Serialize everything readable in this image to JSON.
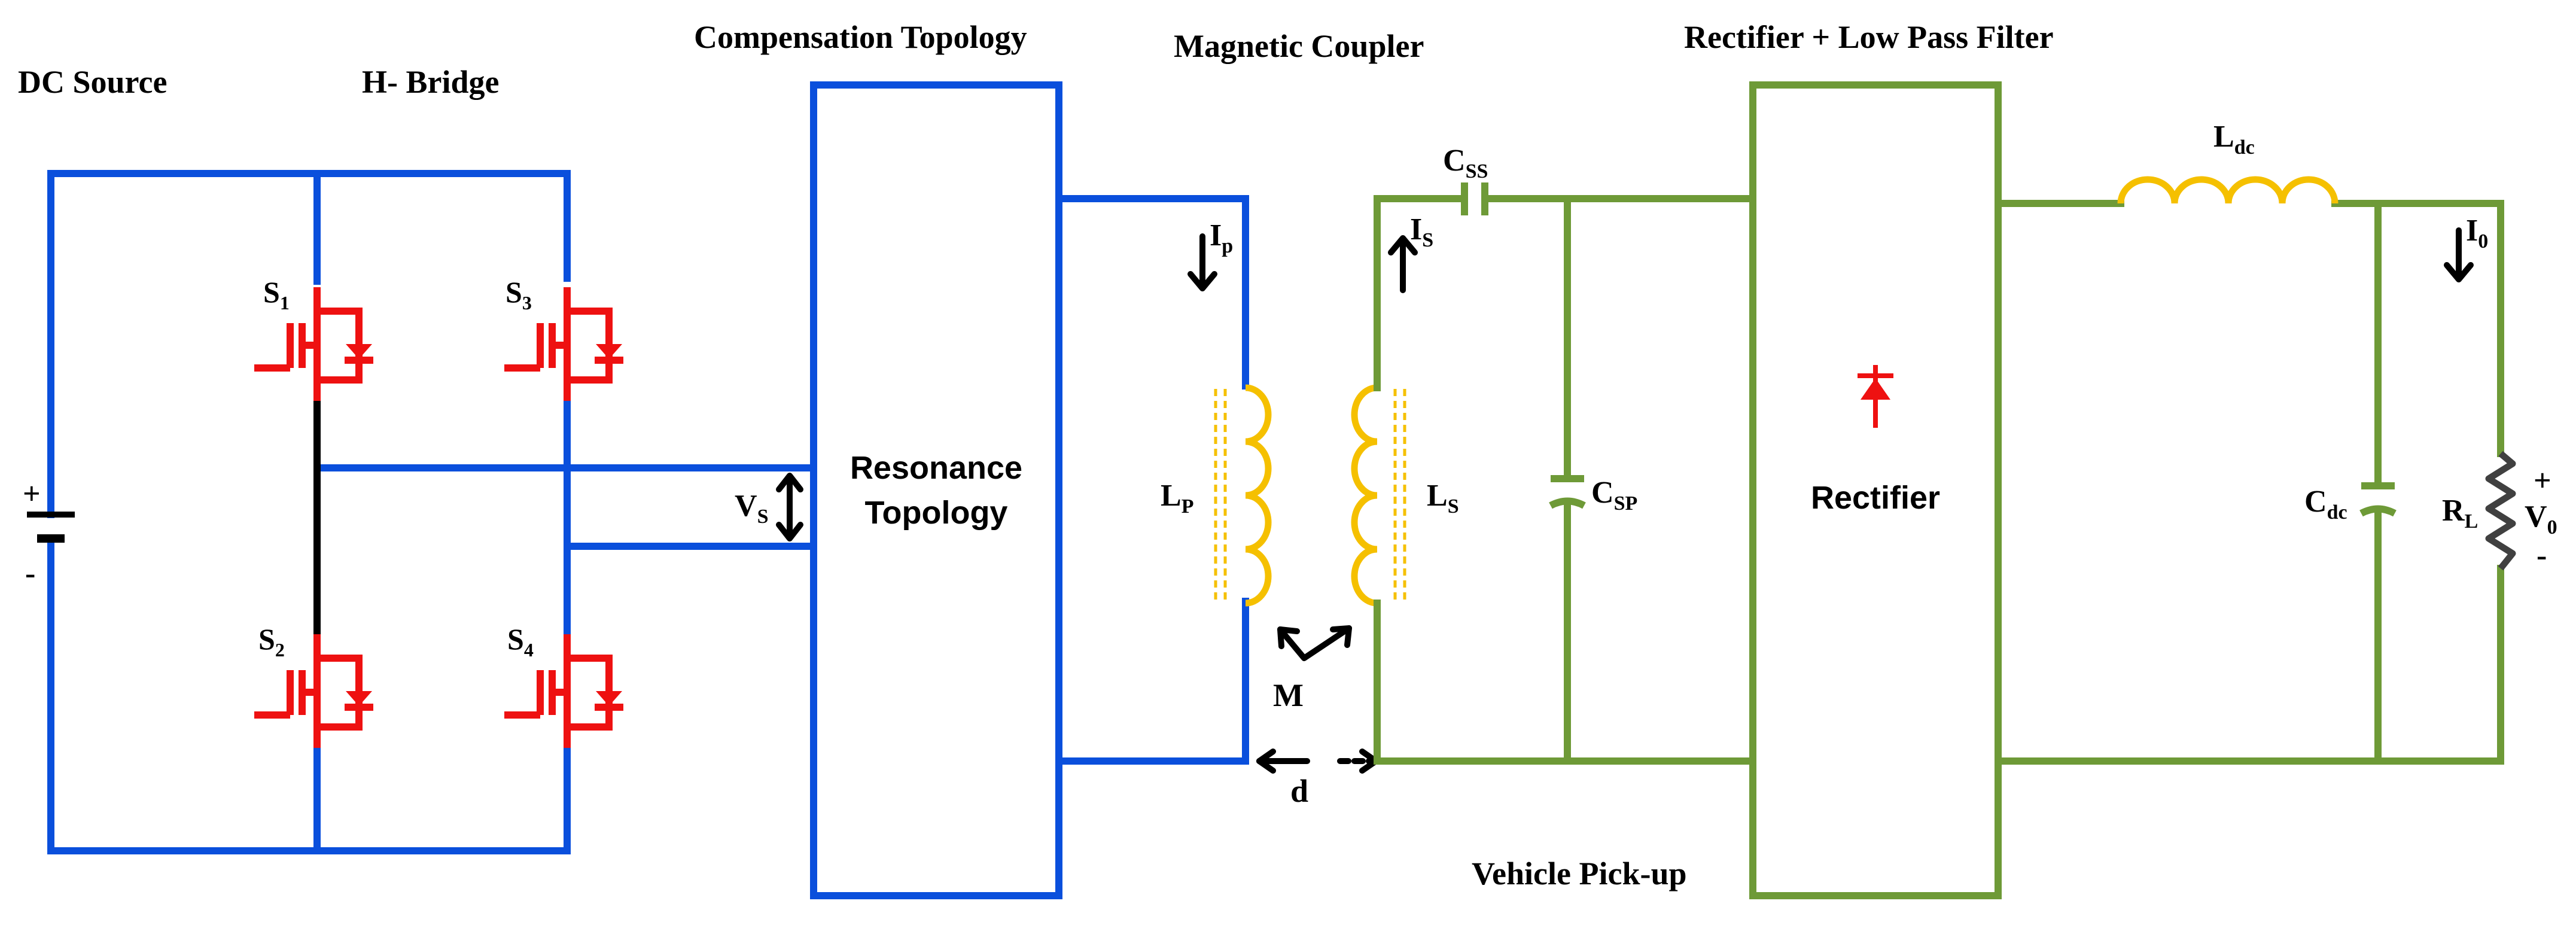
{
  "sections": {
    "dc_source": "DC Source",
    "h_bridge": "H- Bridge",
    "compensation": "Compensation Topology",
    "magnetic_coupler": "Magnetic Coupler",
    "rectifier_filter": "Rectifier + Low Pass Filter",
    "vehicle_pickup": "Vehicle Pick-up"
  },
  "blocks": {
    "resonance_line1": "Resonance",
    "resonance_line2": "Topology",
    "rectifier": "Rectifier"
  },
  "labels": {
    "plus": "+",
    "minus": "-",
    "s1": "S",
    "s1_sub": "1",
    "s2": "S",
    "s2_sub": "2",
    "s3": "S",
    "s3_sub": "3",
    "s4": "S",
    "s4_sub": "4",
    "vs": "V",
    "vs_sub": "S",
    "ip": "I",
    "ip_sub": "p",
    "lp": "L",
    "lp_sub": "P",
    "ls": "L",
    "ls_sub": "S",
    "is": "I",
    "is_sub": "S",
    "css": "C",
    "css_sub": "SS",
    "csp": "C",
    "csp_sub": "SP",
    "m": "M",
    "d": "d",
    "ldc": "L",
    "ldc_sub": "dc",
    "cdc": "C",
    "cdc_sub": "dc",
    "io": "I",
    "io_sub": "0",
    "rl": "R",
    "rl_sub": "L",
    "vo": "V",
    "vo_sub": "0",
    "vo_plus": "+",
    "vo_minus": "-"
  },
  "colors": {
    "primary_wire": "#0a4fdc",
    "secondary_wire": "#6e9a37",
    "switch": "#ee1111",
    "coil": "#f5c000",
    "resistor": "#404040"
  }
}
